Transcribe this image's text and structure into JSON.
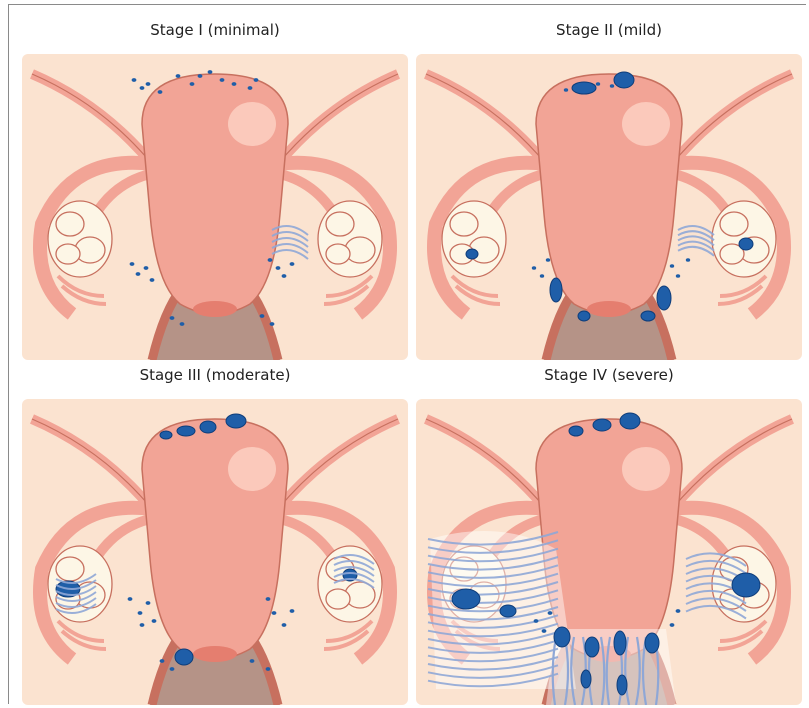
{
  "panels": [
    {
      "title": "Stage I (minimal)"
    },
    {
      "title": "Stage II (mild)"
    },
    {
      "title": "Stage III (moderate)"
    },
    {
      "title": "Stage IV (severe)"
    }
  ],
  "colors": {
    "background": "#fbe3d0",
    "uterus": "#f2a496",
    "uterus_outline": "#c7705f",
    "ovary": "#fdf6e6",
    "lesion": "#1f5ea8",
    "adhesion": "#8fa7d6",
    "vaginal_canal": "#a8857a"
  }
}
